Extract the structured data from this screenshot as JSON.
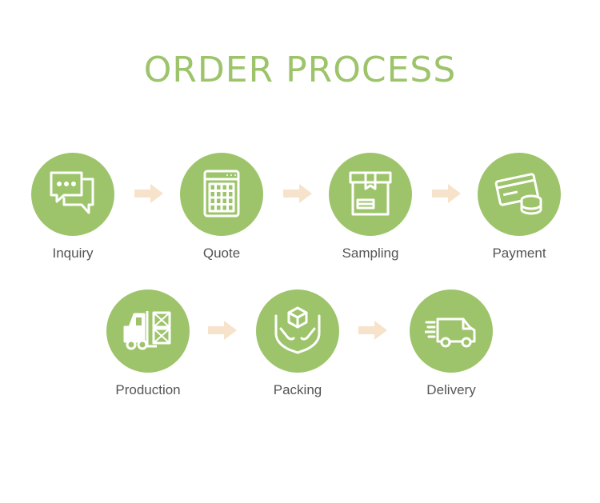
{
  "title": "ORDER PROCESS",
  "colors": {
    "accent": "#9dc46b",
    "arrow": "#f7e3cb",
    "label": "#555555"
  },
  "steps": [
    {
      "label": "Inquiry",
      "icon": "chat-bubbles-icon"
    },
    {
      "label": "Quote",
      "icon": "calculator-icon"
    },
    {
      "label": "Sampling",
      "icon": "box-icon"
    },
    {
      "label": "Payment",
      "icon": "credit-card-coins-icon"
    },
    {
      "label": "Production",
      "icon": "forklift-icon"
    },
    {
      "label": "Packing",
      "icon": "hands-box-icon"
    },
    {
      "label": "Delivery",
      "icon": "delivery-truck-icon"
    }
  ]
}
